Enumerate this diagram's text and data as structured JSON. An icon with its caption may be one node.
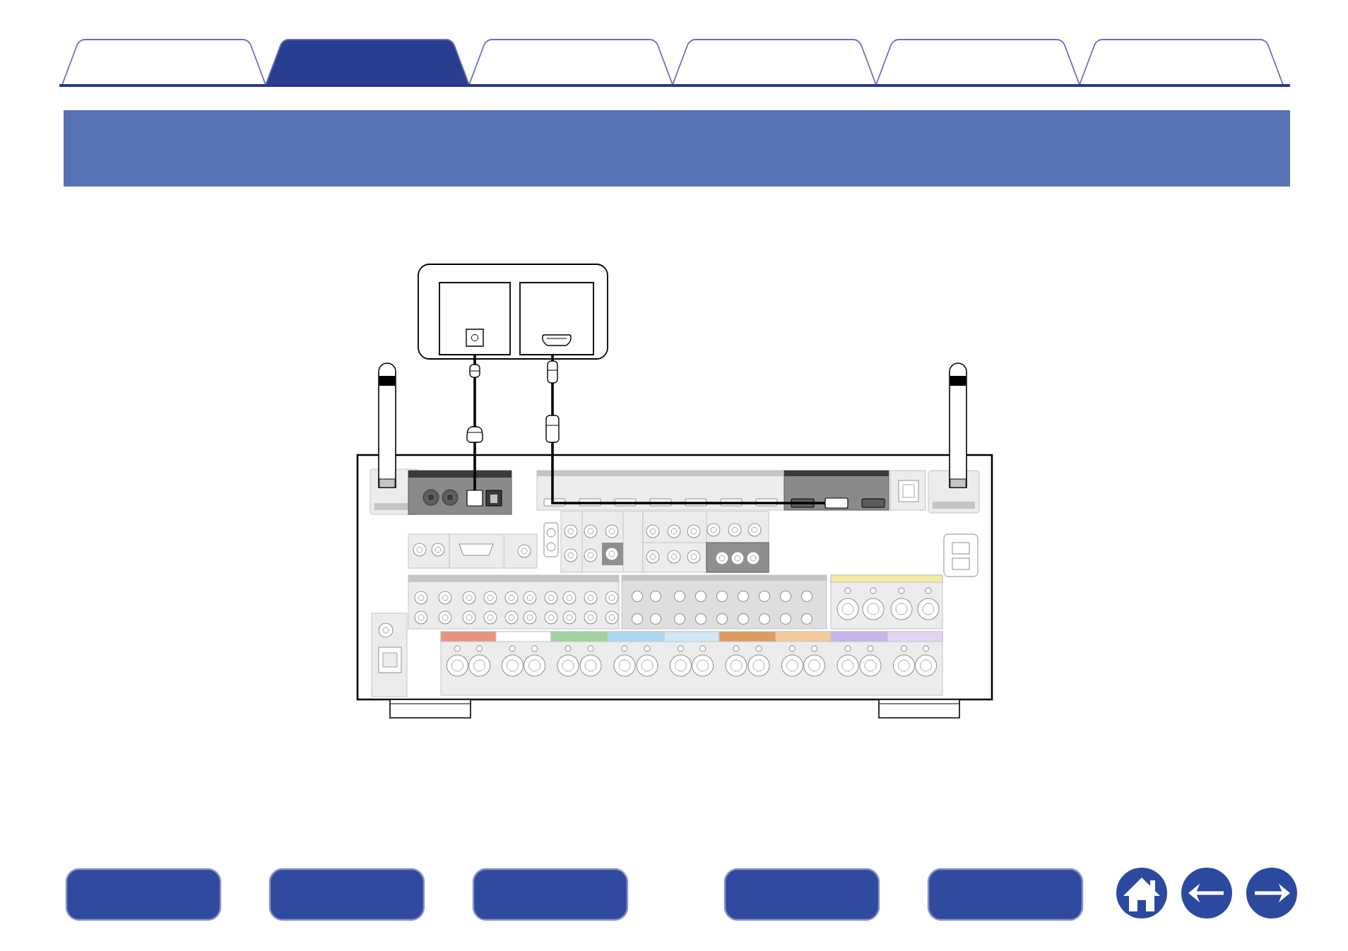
{
  "diagram": {
    "nodes": [
      {
        "text": [],
        "shape": "box"
      },
      {
        "text": [],
        "shape": "box",
        "in": 0
      },
      {
        "text": [],
        "shape": "box",
        "in": 0
      },
      {
        "text": [],
        "shape": "box"
      },
      {
        "text": [],
        "shape": "box",
        "in": 3
      },
      {
        "text": [],
        "shape": "box",
        "in": 3
      }
    ],
    "edges": [
      {
        "from": 1,
        "to": 4,
        "arrow": "none"
      },
      {
        "from": 2,
        "to": 5,
        "arrow": "none"
      }
    ]
  }
}
